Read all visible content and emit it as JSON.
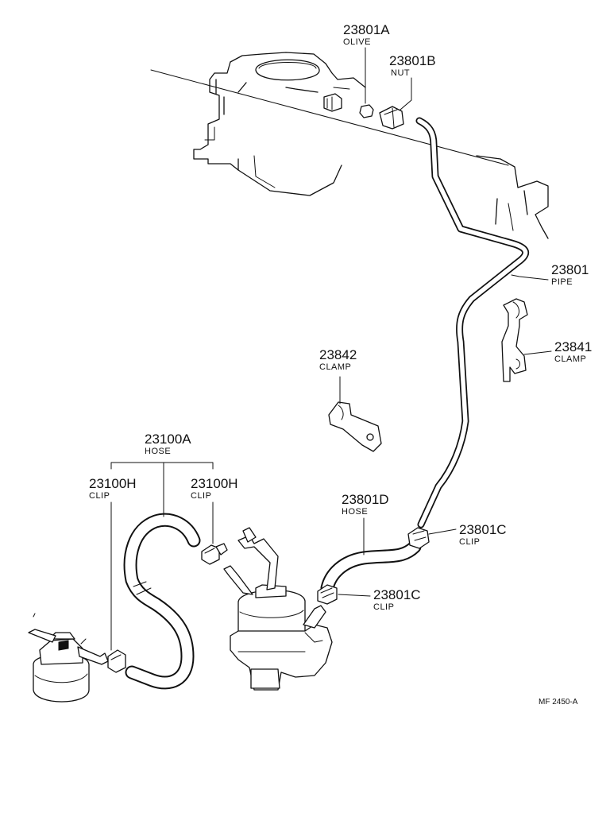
{
  "labels": {
    "olive": {
      "number": "23801A",
      "name": "OLIVE"
    },
    "nut": {
      "number": "23801B",
      "name": "NUT"
    },
    "pipe": {
      "number": "23801",
      "name": "PIPE"
    },
    "clamp_23841": {
      "number": "23841",
      "name": "CLAMP"
    },
    "clamp_23842": {
      "number": "23842",
      "name": "CLAMP"
    },
    "hose_23100a": {
      "number": "23100A",
      "name": "HOSE"
    },
    "clip_23100h_left": {
      "number": "23100H",
      "name": "CLIP"
    },
    "clip_23100h_right": {
      "number": "23100H",
      "name": "CLIP"
    },
    "hose_23801d": {
      "number": "23801D",
      "name": "HOSE"
    },
    "clip_23801c_upper": {
      "number": "23801C",
      "name": "CLIP"
    },
    "clip_23801c_lower": {
      "number": "23801C",
      "name": "CLIP"
    }
  },
  "diagram_ref": "MF 2450-A"
}
